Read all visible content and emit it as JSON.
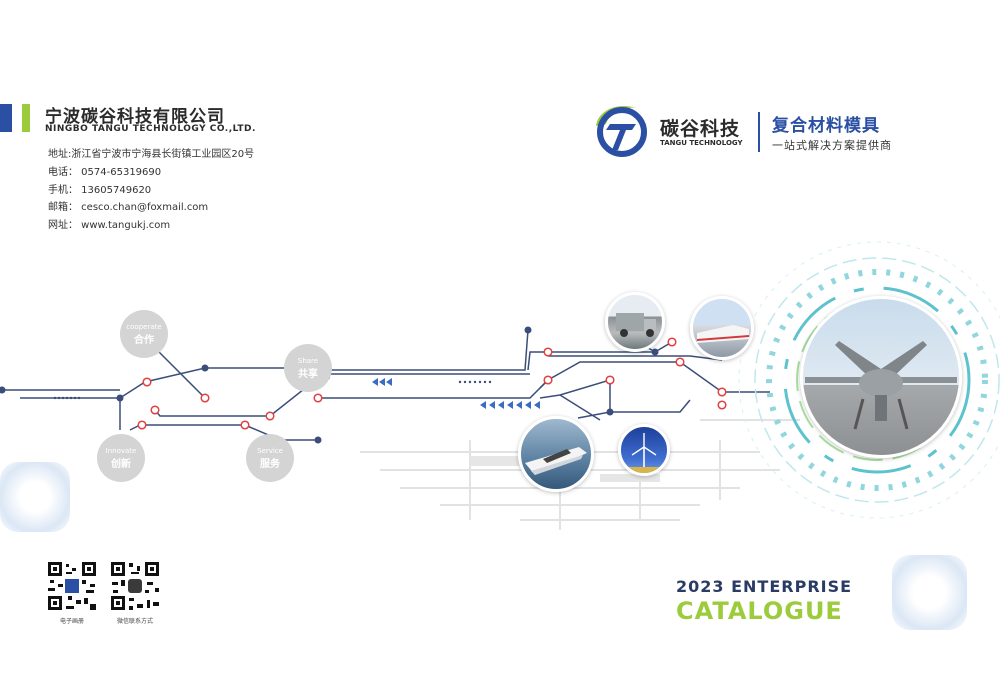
{
  "company": {
    "name_cn": "宁波碳谷科技有限公司",
    "name_en": "NINGBO TANGU TECHNOLOGY CO.,LTD."
  },
  "contact": {
    "address": "地址:浙江省宁波市宁海县长街镇工业园区20号",
    "phone": "电话：  0574-65319690",
    "mobile": "手机：  13605749620",
    "email": "邮箱：  cesco.chan@foxmail.com",
    "website": "网址：  www.tangukj.com"
  },
  "brand": {
    "name_cn": "碳谷科技",
    "name_en": "TANGU TECHNOLOGY",
    "slogan_main": "复合材料模具",
    "slogan_sub": "一站式解决方案提供商"
  },
  "nodes": {
    "cooperate": {
      "en": "cooperate",
      "cn": "合作"
    },
    "share": {
      "en": "Share",
      "cn": "共享"
    },
    "innovate": {
      "en": "Innovate",
      "cn": "创新"
    },
    "service": {
      "en": "Service",
      "cn": "服务"
    }
  },
  "qr": {
    "left_label": "电子画册",
    "right_label": "微信联系方式"
  },
  "catalogue": {
    "year_line": "2023 ENTERPRISE",
    "title": "CATALOGUE"
  },
  "colors": {
    "brand_blue": "#2a4fa3",
    "brand_green": "#9ccb3b",
    "line_blue": "#3b4d7a",
    "node_red": "#e04040"
  }
}
